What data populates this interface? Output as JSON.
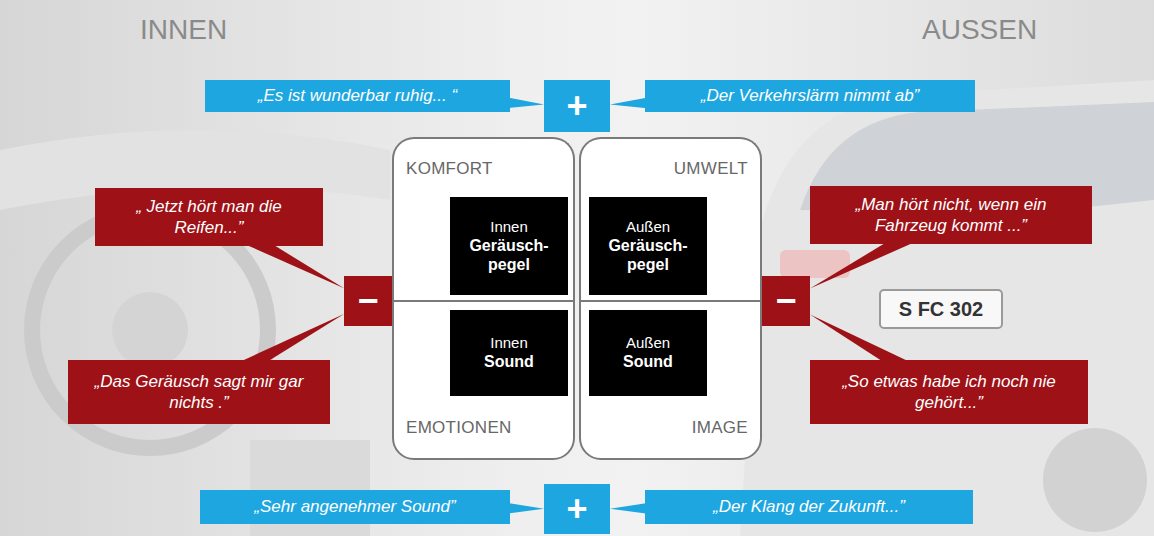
{
  "diagram": {
    "nodes": [
      {
        "text": [
          "„Es ist wunderbar ruhig... “"
        ]
      },
      {
        "text": [
          "+"
        ]
      },
      {
        "text": [
          "„Der Verkehrslärm nimmt ab”"
        ]
      },
      {
        "text": [
          "„ Jetzt hört man die Reifen...”"
        ]
      },
      {
        "text": [
          "−"
        ]
      },
      {
        "text": [
          "KOMFORT"
        ]
      },
      {
        "text": [
          "Innen",
          "Geräusch-pegel"
        ],
        "in": 5
      },
      {
        "text": [
          "UMWELT"
        ]
      },
      {
        "text": [
          "Außen",
          "Geräusch-pegel"
        ],
        "in": 7
      },
      {
        "text": [
          "−"
        ]
      },
      {
        "text": [
          "„Man hört nicht, wenn ein Fahrzeug kommt ...”"
        ]
      },
      {
        "text": [
          "EMOTIONEN"
        ]
      },
      {
        "text": [
          "Innen",
          "Sound"
        ],
        "in": 11
      },
      {
        "text": [
          "IMAGE"
        ]
      },
      {
        "text": [
          "Außen",
          "Sound"
        ],
        "in": 13
      },
      {
        "text": [
          "„Das Geräusch sagt mir gar nichts .”"
        ]
      },
      {
        "text": [
          "„So etwas habe ich noch nie gehört...”"
        ]
      },
      {
        "text": [
          "„Sehr angenehmer Sound”"
        ]
      },
      {
        "text": [
          "+"
        ]
      },
      {
        "text": [
          "„Der Klang der Zukunft...”"
        ]
      }
    ],
    "edges": [
      {
        "from": 0,
        "to": 1,
        "arrow": "none"
      },
      {
        "from": 2,
        "to": 1,
        "arrow": "none"
      },
      {
        "from": 3,
        "to": 4,
        "arrow": "none"
      },
      {
        "from": 15,
        "to": 4,
        "arrow": "none"
      },
      {
        "from": 10,
        "to": 9,
        "arrow": "none"
      },
      {
        "from": 16,
        "to": 9,
        "arrow": "none"
      },
      {
        "from": 17,
        "to": 18,
        "arrow": "none"
      },
      {
        "from": 19,
        "to": 18,
        "arrow": "none"
      }
    ],
    "labels": [
      "INNEN",
      "AUSSEN",
      "S FC 302"
    ]
  }
}
